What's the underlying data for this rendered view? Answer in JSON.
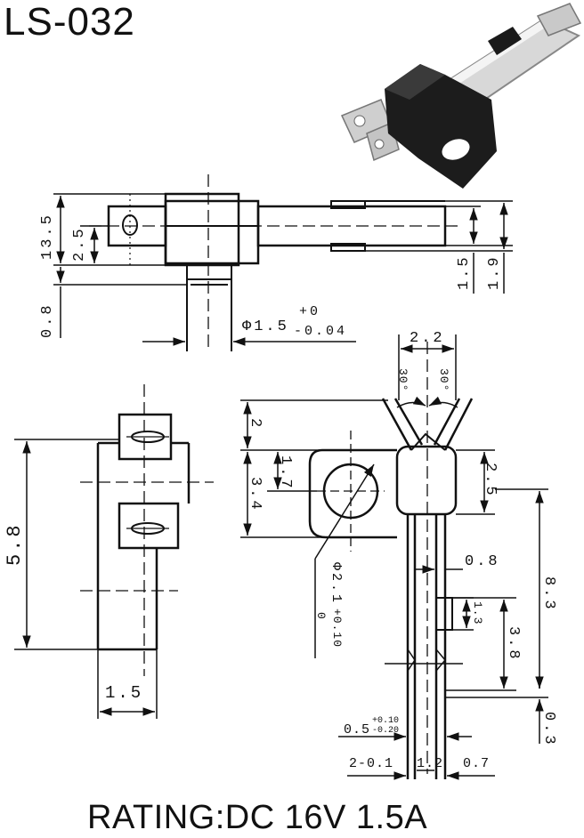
{
  "title": "LS-032",
  "rating": "RATING:DC 16V 1.5A",
  "dimensions": {
    "d13_5": "13.5",
    "d2_5_left": "2.5",
    "d0_8_left": "0.8",
    "d1_5_right": "1.5",
    "d1_9": "1.9",
    "phi1_5": "Φ1.5",
    "tol_plus0": "+0",
    "tol_minus004": "-0.04",
    "d2_2": "2.2",
    "ang30_left": "30°",
    "ang30_right": "30°",
    "d2": "2",
    "d1_7": "1.7",
    "d3_4": "3.4",
    "d2_5_right": "2.5",
    "d5_8": "5.8",
    "d1_5_bottom": "1.5",
    "phi2_1": "Φ2.1",
    "tol_010": "+0.10",
    "tol_0": "0",
    "d0_8_right": "0.8",
    "d1_3": "1.3",
    "d3_8": "3.8",
    "d8_3": "8.3",
    "d0_3": "0.3",
    "d0_5": "0.5",
    "tol_up": "+0.10",
    "tol_down": "-0.20",
    "d2_01": "2-0.1",
    "d1_2": "1.2",
    "d0_7": "0.7"
  }
}
